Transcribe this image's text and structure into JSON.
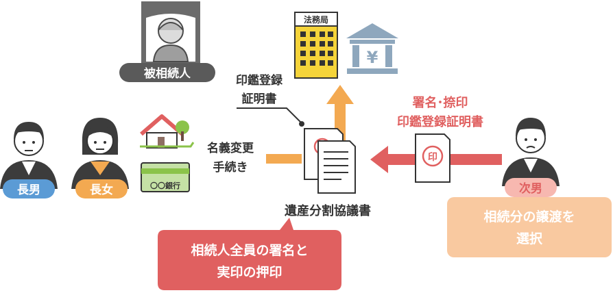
{
  "people": {
    "deceased": "被相続人",
    "eldest_son": "長男",
    "eldest_daughter": "長女",
    "second_son": "次男"
  },
  "office": {
    "sign": "法務局"
  },
  "bank": {
    "symbol": "¥",
    "card_label": "〇〇銀行"
  },
  "labels": {
    "seal_cert_line1": "印鑑登録",
    "seal_cert_line2": "証明書",
    "name_change_line1": "名義変更",
    "name_change_line2": "手続き",
    "signature_seal": "署名･捺印",
    "seal_reg_cert": "印鑑登録証明書",
    "agreement": "遺産分割協議書",
    "seal_char": "印"
  },
  "callouts": {
    "transfer_line1": "相続分の譲渡を",
    "transfer_line2": "選択",
    "all_heirs_line1": "相続人全員の署名と",
    "all_heirs_line2": "実印の押印"
  },
  "colors": {
    "dark_gray": "#5a5a5a",
    "orange": "#f3a951",
    "red": "#e06060",
    "blue": "#5b9bd5",
    "peach": "#f9c9a0",
    "green": "#8bc34a",
    "building_yellow": "#f5d43a",
    "bank_blue": "#8ea7bd"
  }
}
